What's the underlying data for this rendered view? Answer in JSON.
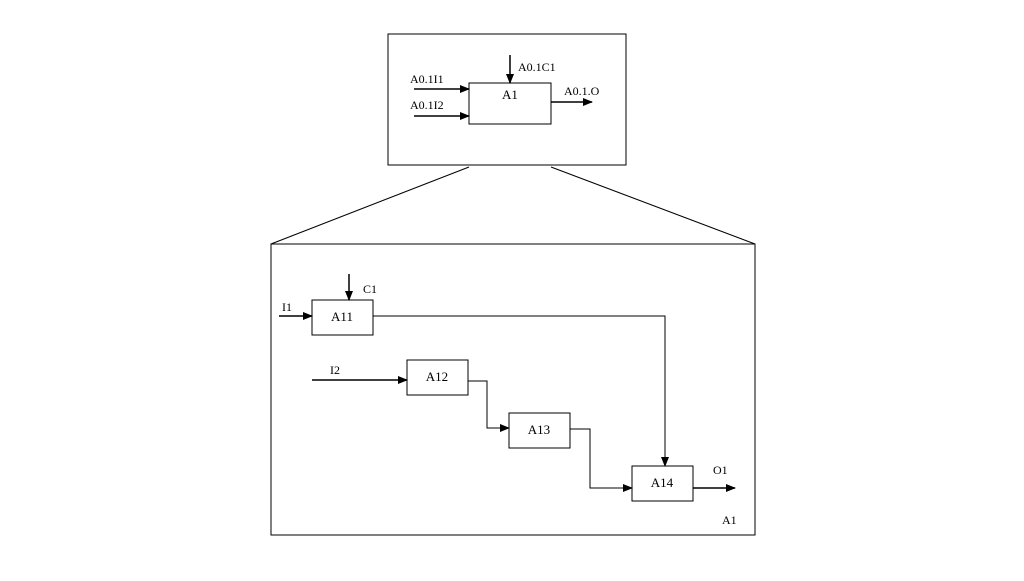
{
  "diagram": {
    "context": {
      "box_label": "A1",
      "inputs": [
        "A0.1I1",
        "A0.1I2"
      ],
      "control": "A0.1C1",
      "output": "A0.1.O"
    },
    "decomposition": {
      "frame_label": "A1",
      "boxes": [
        "A11",
        "A12",
        "A13",
        "A14"
      ],
      "inputs": [
        "I1",
        "I2"
      ],
      "control": "C1",
      "output": "O1"
    }
  }
}
